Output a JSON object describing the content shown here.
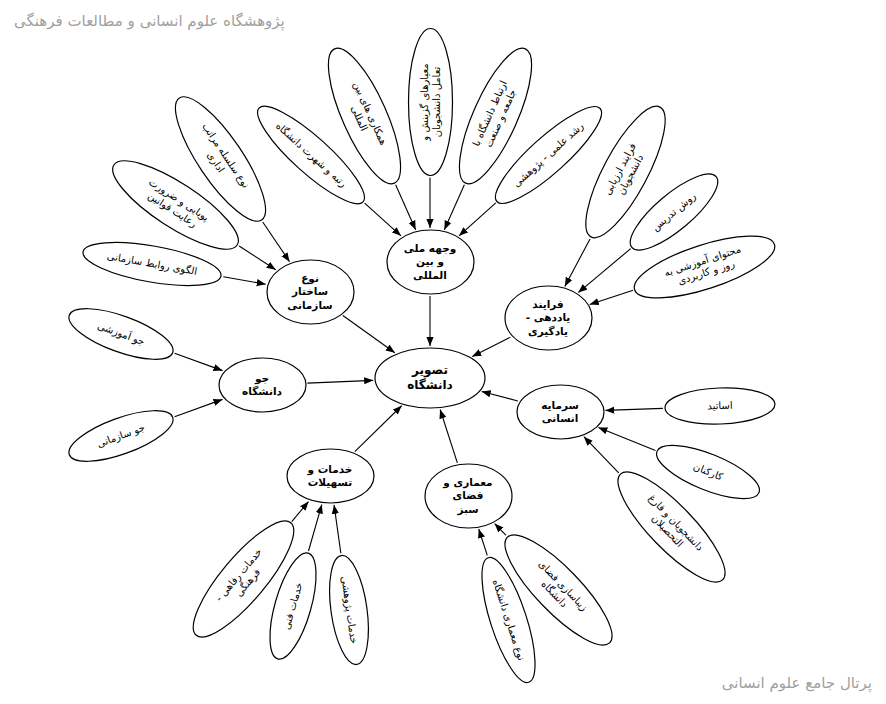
{
  "diagram": {
    "nodes": [
      {
        "text": [
          "تصویر دانشگاه"
        ]
      },
      {
        "text": [
          "وجهه ملی و بین المللی"
        ]
      },
      {
        "text": [
          "فرایند یاددهی - یادگیری"
        ]
      },
      {
        "text": [
          "سرمایه انسانی"
        ]
      },
      {
        "text": [
          "معماری و فضای سبز"
        ]
      },
      {
        "text": [
          "خدمات و تسهیلات"
        ]
      },
      {
        "text": [
          "جو دانشگاه"
        ]
      },
      {
        "text": [
          "نوع ساختار سازمانی"
        ]
      },
      {
        "text": [
          "رتبه و شهرت دانشگاه"
        ]
      },
      {
        "text": [
          "همکاری های بین المللی"
        ]
      },
      {
        "text": [
          "معیارهای گزینش و تعامل دانشجویان"
        ]
      },
      {
        "text": [
          "ارتباط دانشگاه با جامعه و صنعت"
        ]
      },
      {
        "text": [
          "رشد علمی - پژوهشی"
        ]
      },
      {
        "text": [
          "فرایند ارزیابی دانشجویان"
        ]
      },
      {
        "text": [
          "روش تدریس"
        ]
      },
      {
        "text": [
          "محتوای آموزشی به روز و کاربردی"
        ]
      },
      {
        "text": [
          "اساتید"
        ]
      },
      {
        "text": [
          "کارکنان"
        ]
      },
      {
        "text": [
          "دانشجویان و فارغ التحصیلان"
        ]
      },
      {
        "text": [
          "زیباسازی فضای دانشگاه"
        ]
      },
      {
        "text": [
          "نوع معماری دانشگاه"
        ]
      },
      {
        "text": [
          "خدمات پژوهشی"
        ]
      },
      {
        "text": [
          "خدمات فنی"
        ]
      },
      {
        "text": [
          "خدمات رفاهی - فرهنگی"
        ]
      },
      {
        "text": [
          "جو آموزشی"
        ]
      },
      {
        "text": [
          "جو سازمانی"
        ]
      },
      {
        "text": [
          "الگوی روابط سازمانی"
        ]
      },
      {
        "text": [
          "پویایی و ضرورت رعایت قوانین"
        ]
      },
      {
        "text": [
          "نوع سلسله مراتب اداری"
        ]
      }
    ],
    "edges": [
      {
        "from": 1,
        "to": 0,
        "arrow": "to"
      },
      {
        "from": 2,
        "to": 0,
        "arrow": "to"
      },
      {
        "from": 3,
        "to": 0,
        "arrow": "to"
      },
      {
        "from": 4,
        "to": 0,
        "arrow": "to"
      },
      {
        "from": 5,
        "to": 0,
        "arrow": "to"
      },
      {
        "from": 6,
        "to": 0,
        "arrow": "to"
      },
      {
        "from": 7,
        "to": 0,
        "arrow": "to"
      },
      {
        "from": 8,
        "to": 1,
        "arrow": "to"
      },
      {
        "from": 9,
        "to": 1,
        "arrow": "to"
      },
      {
        "from": 10,
        "to": 1,
        "arrow": "to"
      },
      {
        "from": 11,
        "to": 1,
        "arrow": "to"
      },
      {
        "from": 12,
        "to": 1,
        "arrow": "to"
      },
      {
        "from": 13,
        "to": 2,
        "arrow": "to"
      },
      {
        "from": 14,
        "to": 2,
        "arrow": "to"
      },
      {
        "from": 15,
        "to": 2,
        "arrow": "to"
      },
      {
        "from": 16,
        "to": 3,
        "arrow": "to"
      },
      {
        "from": 17,
        "to": 3,
        "arrow": "to"
      },
      {
        "from": 18,
        "to": 3,
        "arrow": "to"
      },
      {
        "from": 19,
        "to": 4,
        "arrow": "to"
      },
      {
        "from": 20,
        "to": 4,
        "arrow": "to"
      },
      {
        "from": 21,
        "to": 5,
        "arrow": "to"
      },
      {
        "from": 22,
        "to": 5,
        "arrow": "to"
      },
      {
        "from": 23,
        "to": 5,
        "arrow": "to"
      },
      {
        "from": 24,
        "to": 6,
        "arrow": "to"
      },
      {
        "from": 25,
        "to": 6,
        "arrow": "to"
      },
      {
        "from": 26,
        "to": 7,
        "arrow": "to"
      },
      {
        "from": 27,
        "to": 7,
        "arrow": "to"
      },
      {
        "from": 28,
        "to": 7,
        "arrow": "to"
      }
    ],
    "labels": [
      "پژوهشگاه علوم انسانی و مطالعات فرهنگی",
      "پرتال جامع علوم انسانی"
    ]
  }
}
